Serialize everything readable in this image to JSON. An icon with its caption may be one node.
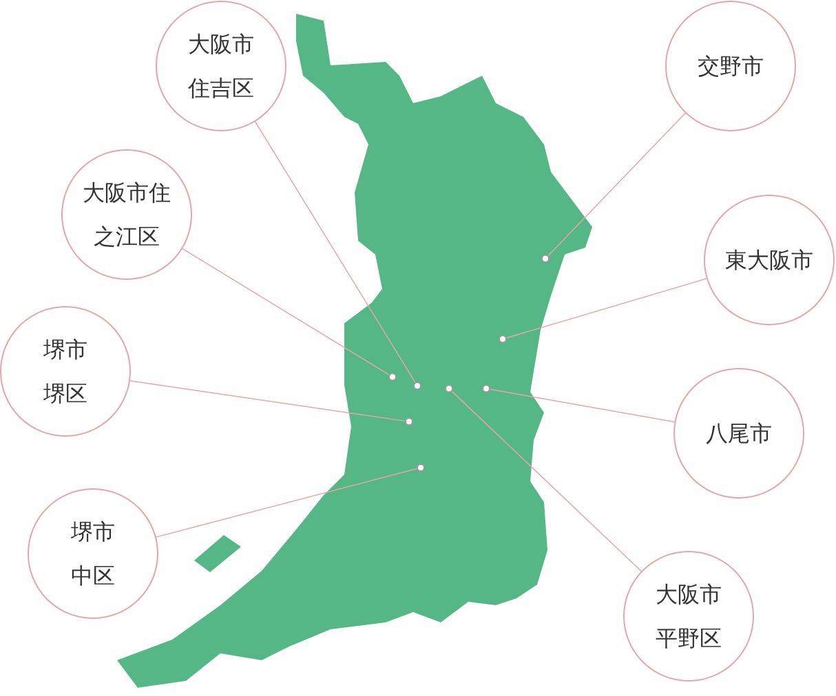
{
  "diagram": {
    "nodes": [
      {
        "text": [
          "大阪市住吉区"
        ]
      },
      {
        "text": [
          "交野市"
        ]
      },
      {
        "text": [
          "大阪市住之江区"
        ]
      },
      {
        "text": [
          "東大阪市"
        ]
      },
      {
        "text": [
          "堺市堺区"
        ]
      },
      {
        "text": [
          "八尾市"
        ]
      },
      {
        "text": [
          "堺市中区"
        ]
      },
      {
        "text": [
          "大阪市平野区"
        ]
      },
      {
        "text": [],
        "shape": "circle"
      },
      {
        "text": [],
        "shape": "circle"
      },
      {
        "text": [],
        "shape": "circle"
      },
      {
        "text": [],
        "shape": "circle"
      },
      {
        "text": [],
        "shape": "circle"
      },
      {
        "text": [],
        "shape": "circle"
      },
      {
        "text": [],
        "shape": "circle"
      },
      {
        "text": [],
        "shape": "circle"
      }
    ],
    "edges": [
      {
        "from": 0,
        "to": 10,
        "arrow": "none"
      },
      {
        "from": 1,
        "to": 15,
        "arrow": "none"
      },
      {
        "from": 2,
        "to": 8,
        "arrow": "none"
      },
      {
        "from": 3,
        "to": 14,
        "arrow": "none"
      },
      {
        "from": 4,
        "to": 9,
        "arrow": "none"
      },
      {
        "from": 5,
        "to": 13,
        "arrow": "none"
      },
      {
        "from": 6,
        "to": 11,
        "arrow": "none"
      },
      {
        "from": 7,
        "to": 12,
        "arrow": "none"
      }
    ]
  }
}
